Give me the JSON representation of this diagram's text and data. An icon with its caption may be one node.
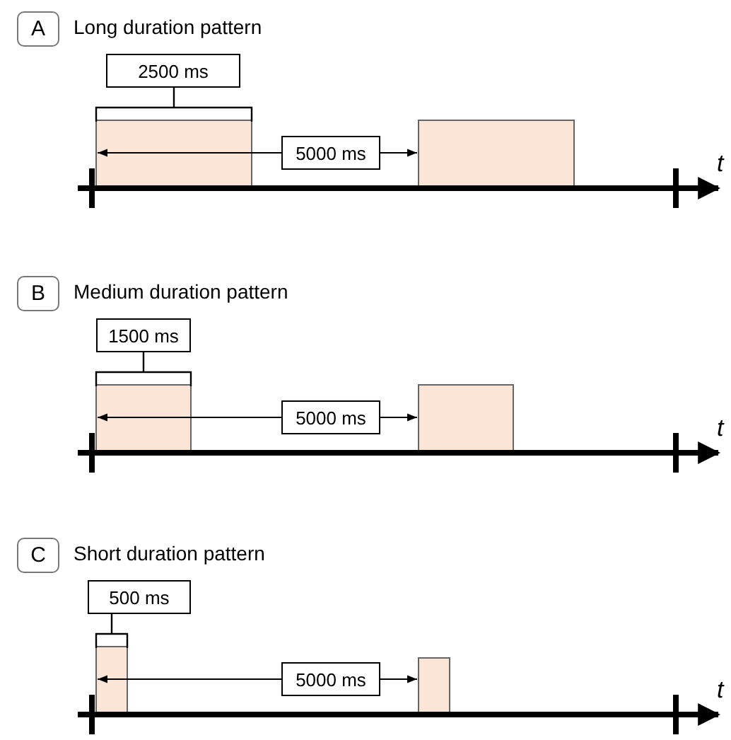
{
  "diagram": {
    "nodes": [
      {
        "text": [
          "A"
        ],
        "beside": [
          "Long duration pattern"
        ]
      },
      {
        "text": [
          "2500 ms"
        ]
      },
      {
        "text": [
          "5000 ms"
        ]
      },
      {
        "text": [
          "B"
        ],
        "beside": [
          "Medium duration pattern"
        ]
      },
      {
        "text": [
          "1500 ms"
        ]
      },
      {
        "text": [
          "5000 ms"
        ]
      },
      {
        "text": [
          "C"
        ],
        "beside": [
          "Short duration pattern"
        ]
      },
      {
        "text": [
          "500 ms"
        ]
      },
      {
        "text": [
          "5000 ms"
        ]
      }
    ],
    "labels": [
      "t",
      "t",
      "t"
    ]
  }
}
